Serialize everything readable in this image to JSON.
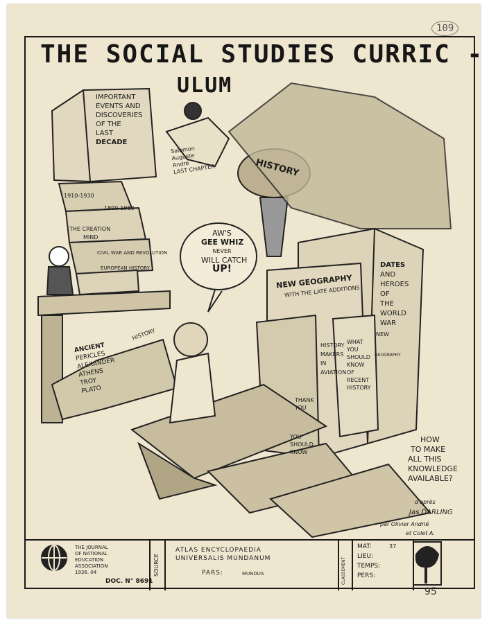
{
  "page": {
    "number": "109",
    "number_bottom": "95",
    "title_line1": "THE SOCIAL STUDIES CURRIC -",
    "title_line2": "ULUM"
  },
  "books": {
    "top_book": [
      "IMPORTANT",
      "EVENTS AND",
      "DISCOVERIES",
      "OF THE",
      "LAST",
      "DECADE"
    ],
    "manuscript": [
      "Salomon",
      "Auguste",
      "André",
      "LAST CHAPTER"
    ],
    "history_jug": "HISTORY",
    "stack": [
      "1910-1930",
      "1890-1910",
      "THE CREATION",
      "MIND",
      "CIVIL WAR AND REVOLUTION",
      "EUROPEAN HISTORY"
    ],
    "ancient": [
      "ANCIENT",
      "PERICLES",
      "ALEXANDER",
      "ATHENS",
      "TROY",
      "PLATO",
      "HISTORY"
    ],
    "new_geo": "NEW GEOGRAPHY",
    "new_geo_sub": "WITH THE LATE ADDITIONS",
    "dates": [
      "DATES",
      "AND",
      "HEROES",
      "OF",
      "THE",
      "WORLD",
      "WAR"
    ],
    "history_makers": [
      "HISTORY",
      "MAKERS",
      "IN",
      "AVIATION"
    ],
    "what_know": [
      "WHAT",
      "YOU",
      "SHOULD",
      "KNOW",
      "OF",
      "RECENT",
      "HISTORY"
    ],
    "new": "NEW",
    "geography": "GEOGRAPHY",
    "thanks": [
      "THANK",
      "YOU"
    ],
    "should_know": [
      "YOU",
      "SHOULD",
      "KNOW"
    ]
  },
  "speech": {
    "line1": "AW'S",
    "line2": "GEE WHIZ",
    "line3": "NEVER",
    "line4": "WILL CATCH",
    "line5": "UP!"
  },
  "caption": {
    "lines": [
      "HOW",
      "TO MAKE",
      "ALL THIS",
      "KNOWLEDGE",
      "AVAILABLE?"
    ],
    "credit1": "d'après",
    "credit2": "Jas DARLING",
    "credit3": "par Olivier Andrié",
    "credit4": "et Colet A."
  },
  "footer": {
    "journal": [
      "THE JOURNAL",
      "OF NATIONAL",
      "EDUCATION",
      "ASSOCIATION",
      "1936. 04"
    ],
    "doc": "DOC. N° 8691",
    "source": "SOURCE",
    "atlas": [
      "ATLAS ENCYCLOPAEDIA",
      "UNIVERSALIS MUNDANUM"
    ],
    "pars_label": "PARS:",
    "pars_value": "MUNDUS",
    "classification": "CLASSEMENT",
    "mat_label": "MAT:",
    "mat_value": "37",
    "lieu_label": "LIEU:",
    "temps_label": "TEMPS:",
    "pers_label": "PERS:"
  }
}
